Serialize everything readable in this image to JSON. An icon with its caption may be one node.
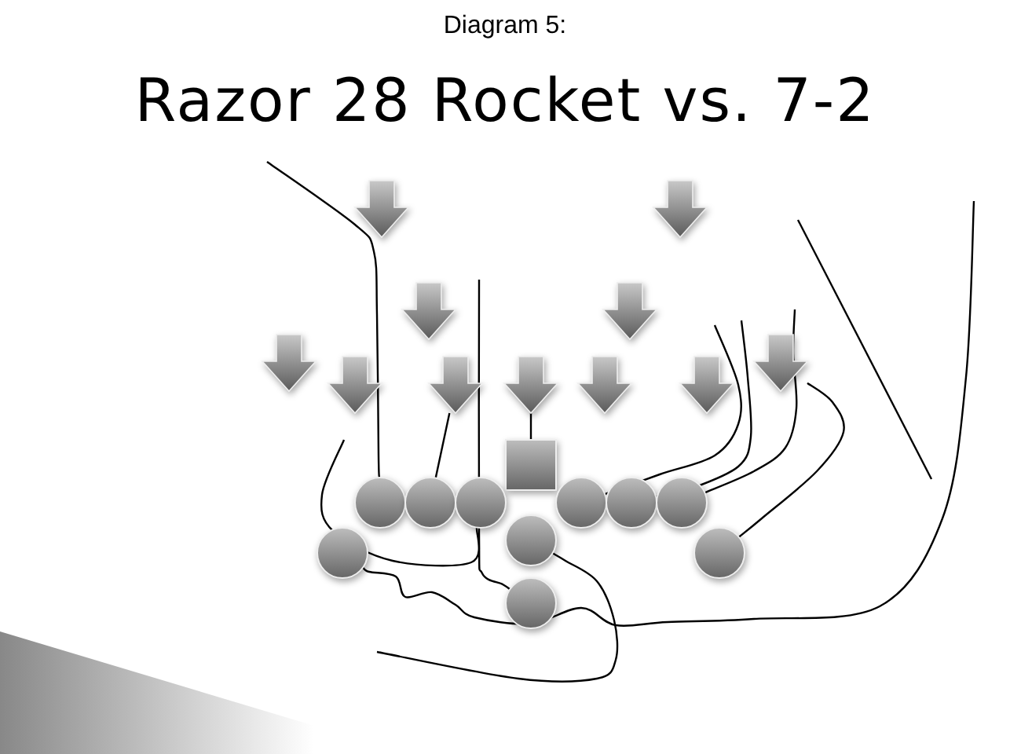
{
  "diagram": {
    "title": "Razor 28 Rocket vs. 7-2",
    "nodes": [
      {
        "text": [],
        "shape": "arrow"
      },
      {
        "text": [],
        "shape": "arrow"
      },
      {
        "text": [],
        "shape": "arrow"
      },
      {
        "text": [],
        "shape": "arrow"
      },
      {
        "text": [],
        "shape": "arrow"
      },
      {
        "text": [],
        "shape": "arrow"
      },
      {
        "text": [],
        "shape": "arrow"
      },
      {
        "text": [],
        "shape": "arrow"
      },
      {
        "text": [],
        "shape": "arrow"
      },
      {
        "text": [],
        "shape": "arrow"
      },
      {
        "text": [],
        "shape": "arrow"
      },
      {
        "text": [],
        "shape": "box"
      },
      {
        "text": [],
        "shape": "circle"
      },
      {
        "text": [],
        "shape": "circle"
      },
      {
        "text": [],
        "shape": "circle"
      },
      {
        "text": [],
        "shape": "circle"
      },
      {
        "text": [],
        "shape": "circle"
      },
      {
        "text": [],
        "shape": "circle"
      },
      {
        "text": [],
        "shape": "circle"
      },
      {
        "text": [],
        "shape": "circle"
      },
      {
        "text": [],
        "shape": "circle"
      },
      {
        "text": [],
        "shape": "circle"
      }
    ],
    "edges": [
      {
        "from": 12,
        "to": null,
        "arrow": "none"
      },
      {
        "from": 13,
        "to": 7,
        "arrow": "none"
      },
      {
        "from": 11,
        "to": 8,
        "arrow": "none"
      },
      {
        "from": 14,
        "to": null,
        "arrow": "none"
      },
      {
        "from": 21,
        "to": null,
        "arrow": "none"
      },
      {
        "from": 18,
        "to": null,
        "arrow": "none"
      },
      {
        "from": 19,
        "to": null,
        "arrow": "none"
      },
      {
        "from": 15,
        "to": null,
        "arrow": "none"
      },
      {
        "from": 16,
        "to": null,
        "arrow": "none"
      },
      {
        "from": 17,
        "to": null,
        "arrow": "none"
      },
      {
        "from": 20,
        "to": 5,
        "arrow": "none"
      }
    ],
    "labels": [
      "Diagram 5:"
    ]
  }
}
